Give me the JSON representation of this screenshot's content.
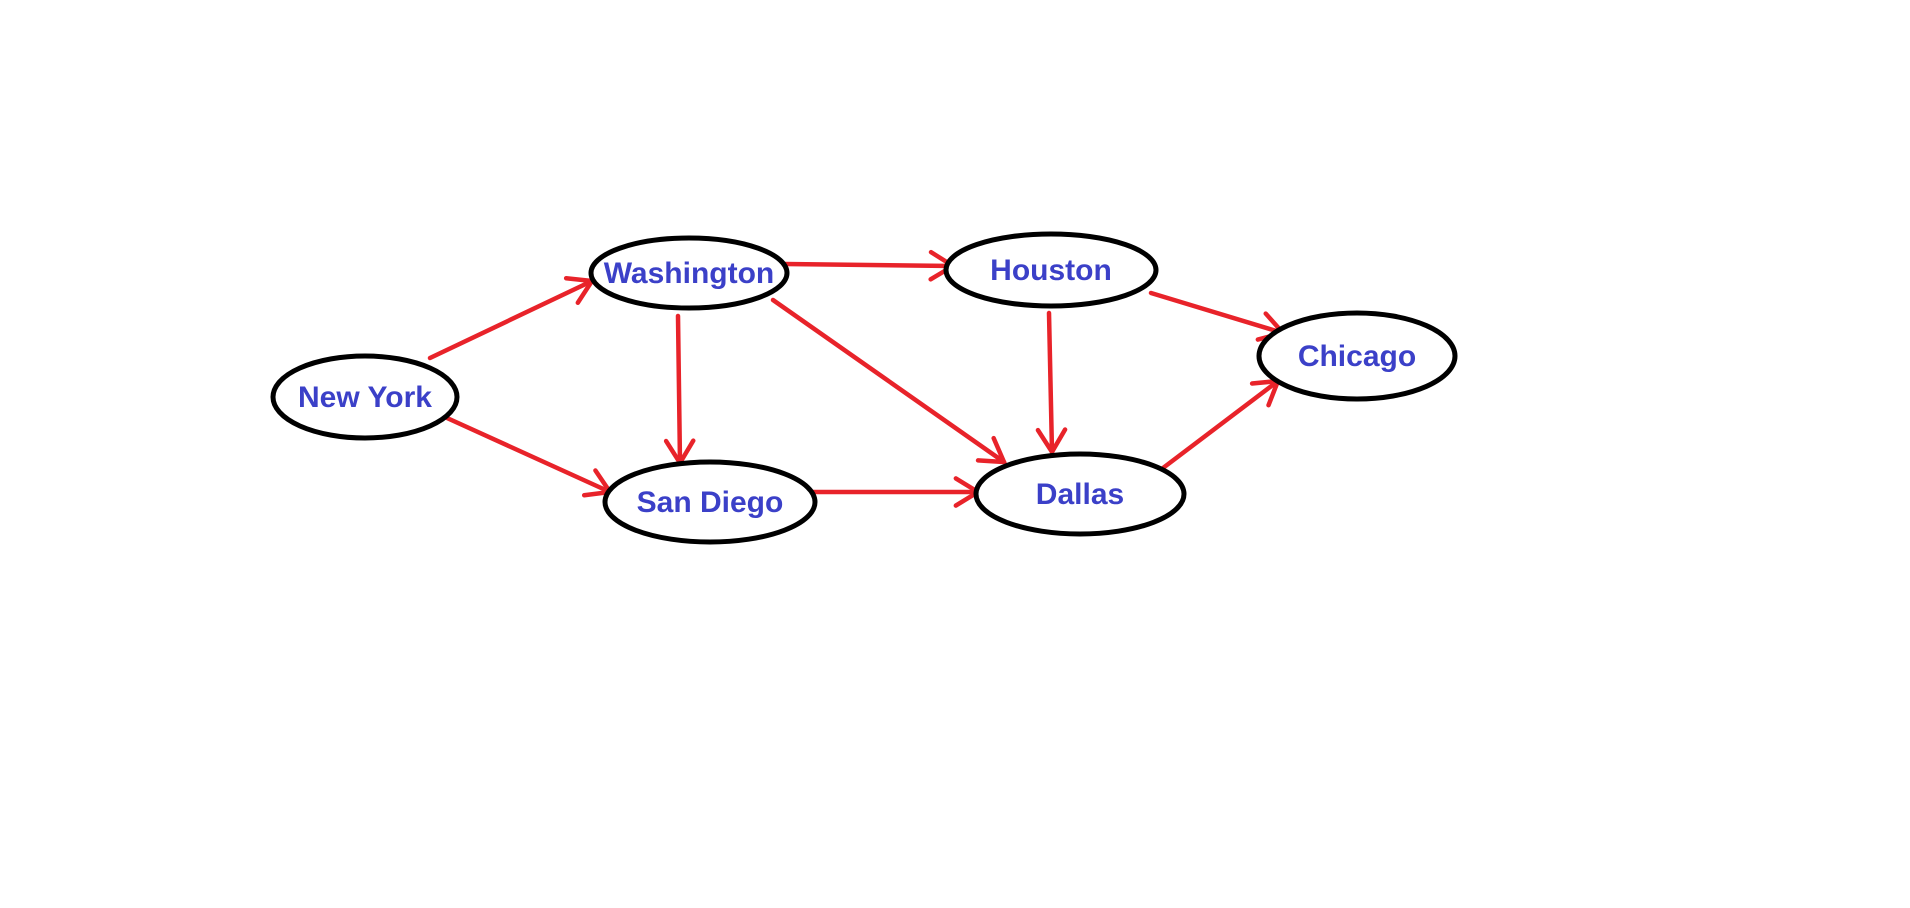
{
  "diagram": {
    "colors": {
      "edge": "#e8232a",
      "label": "#3b40c8",
      "node_border": "#000000",
      "background": "#ffffff"
    },
    "nodes": [
      {
        "id": "new-york",
        "label": "New York"
      },
      {
        "id": "washington",
        "label": "Washington"
      },
      {
        "id": "san-diego",
        "label": "San Diego"
      },
      {
        "id": "houston",
        "label": "Houston"
      },
      {
        "id": "dallas",
        "label": "Dallas"
      },
      {
        "id": "chicago",
        "label": "Chicago"
      }
    ],
    "edges": [
      {
        "from": "new-york",
        "to": "washington"
      },
      {
        "from": "new-york",
        "to": "san-diego"
      },
      {
        "from": "washington",
        "to": "houston"
      },
      {
        "from": "washington",
        "to": "san-diego"
      },
      {
        "from": "washington",
        "to": "dallas"
      },
      {
        "from": "san-diego",
        "to": "dallas"
      },
      {
        "from": "houston",
        "to": "dallas"
      },
      {
        "from": "houston",
        "to": "chicago"
      },
      {
        "from": "dallas",
        "to": "chicago"
      }
    ]
  }
}
